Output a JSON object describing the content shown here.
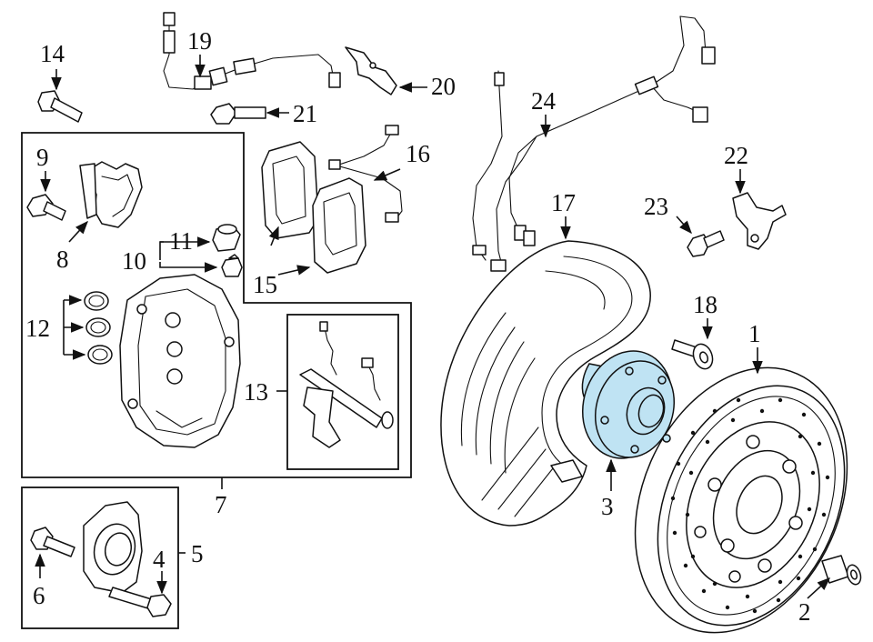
{
  "diagram": {
    "highlight_color": "#bfe3f3",
    "line_color": "#111111",
    "highlighted_part": "3",
    "callouts": [
      {
        "id": "c1",
        "label": "1"
      },
      {
        "id": "c2",
        "label": "2"
      },
      {
        "id": "c3",
        "label": "3"
      },
      {
        "id": "c4",
        "label": "4"
      },
      {
        "id": "c5",
        "label": "5"
      },
      {
        "id": "c6",
        "label": "6"
      },
      {
        "id": "c7",
        "label": "7"
      },
      {
        "id": "c8",
        "label": "8"
      },
      {
        "id": "c9",
        "label": "9"
      },
      {
        "id": "c10",
        "label": "10"
      },
      {
        "id": "c11",
        "label": "11"
      },
      {
        "id": "c12",
        "label": "12"
      },
      {
        "id": "c13",
        "label": "13"
      },
      {
        "id": "c14",
        "label": "14"
      },
      {
        "id": "c15",
        "label": "15"
      },
      {
        "id": "c16",
        "label": "16"
      },
      {
        "id": "c17",
        "label": "17"
      },
      {
        "id": "c18",
        "label": "18"
      },
      {
        "id": "c19",
        "label": "19"
      },
      {
        "id": "c20",
        "label": "20"
      },
      {
        "id": "c21",
        "label": "21"
      },
      {
        "id": "c22",
        "label": "22"
      },
      {
        "id": "c23",
        "label": "23"
      },
      {
        "id": "c24",
        "label": "24"
      }
    ]
  }
}
